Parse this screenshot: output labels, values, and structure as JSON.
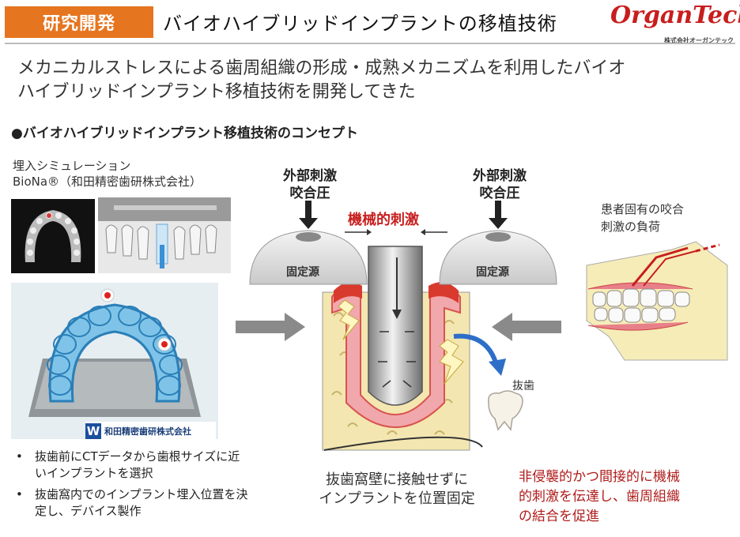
{
  "header": {
    "badge": "研究開発",
    "title": "バイオハイブリッドインプラントの移植技術",
    "logo_text": "OrganTech",
    "logo_sub": "株式会社オーガンテック"
  },
  "lead": {
    "line1": "メカニカルストレスによる歯周組織の形成・成熟メカニズムを利用したバイオ",
    "line2": "ハイブリッドインプラント移植技術を開発してきた"
  },
  "concept_heading": "●バイオハイブリッドインプラント移植技術のコンセプト",
  "simulation": {
    "line1": "埋入シミュレーション",
    "line2": "BioNa®（和田精密歯研株式会社）",
    "company_mark": "W",
    "company_name": "和田精密歯研株式会社"
  },
  "bullets": [
    {
      "dot": "•",
      "text": "抜歯前にCTデータから歯根サイズに近いインプラントを選択"
    },
    {
      "dot": "•",
      "text": "抜歯窩内でのインプラント埋入位置を決定し、デバイス製作"
    }
  ],
  "diagram": {
    "left_force_line1": "外部刺激",
    "left_force_line2": "咬合圧",
    "right_force_line1": "外部刺激",
    "right_force_line2": "咬合圧",
    "mechanical": "機械的刺激",
    "fixed_left": "固定源",
    "fixed_right": "固定源",
    "extraction": "抜歯"
  },
  "center_caption": {
    "line1": "抜歯窩壁に接触せずに",
    "line2": "インプラントを位置固定"
  },
  "patient": {
    "line1": "患者固有の咬合",
    "line2": "刺激の負荷"
  },
  "red_caption": {
    "line1": "非侵襲的かつ間接的に機械",
    "line2": "的刺激を伝達し、歯周組織",
    "line3": "の結合を促進"
  },
  "colors": {
    "accent_orange": "#e6751f",
    "accent_red": "#c81e1e",
    "device_blue": "#7fc4e8",
    "bone_yellow": "#f3e6b0",
    "arrow_blue": "#2d6ec9"
  }
}
